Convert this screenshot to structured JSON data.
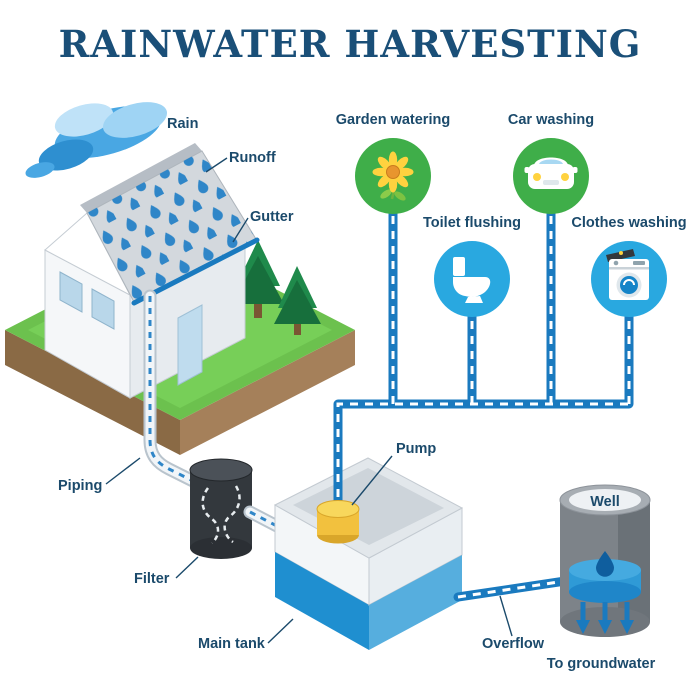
{
  "title": "RAINWATER HARVESTING",
  "colors": {
    "title_navy": "#1a4f78",
    "label_navy": "#1b4a6b",
    "pipe_blue": "#1a7abf",
    "raindrop_blue": "#2f86c8",
    "grass_green": "#6cc14e",
    "soil_brown": "#8a6a45",
    "tank_water_blue": "#1f8fd0",
    "pump_yellow": "#f2c13e",
    "circle_green": "#3fae49",
    "circle_blue": "#29a8e0"
  },
  "labels": {
    "rain": "Rain",
    "runoff": "Runoff",
    "gutter": "Gutter",
    "piping": "Piping",
    "filter": "Filter",
    "main_tank": "Main tank",
    "pump": "Pump",
    "overflow": "Overflow",
    "well": "Well",
    "to_groundwater": "To groundwater"
  },
  "uses": [
    {
      "label": "Garden watering",
      "icon": "sunflower-icon",
      "color": "#3fae49"
    },
    {
      "label": "Car washing",
      "icon": "car-icon",
      "color": "#3fae49"
    },
    {
      "label": "Toilet flushing",
      "icon": "toilet-icon",
      "color": "#29a8e0"
    },
    {
      "label": "Clothes washing",
      "icon": "washing-machine-icon",
      "color": "#29a8e0"
    }
  ]
}
